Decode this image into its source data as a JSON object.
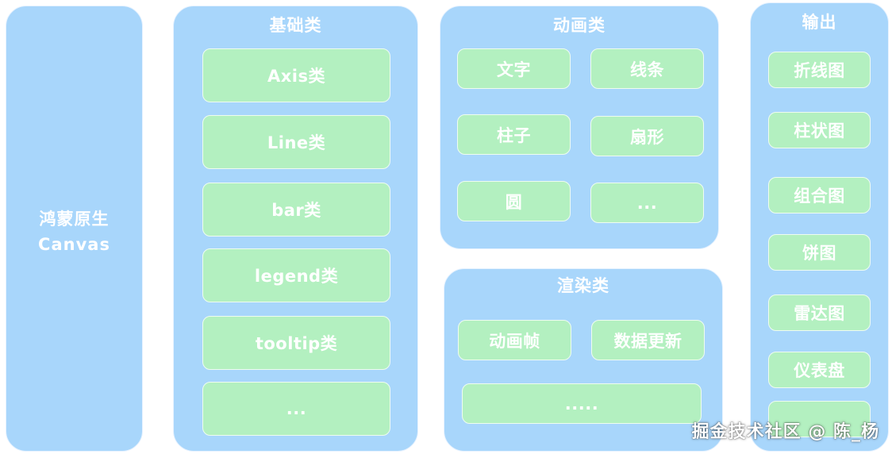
{
  "source": {
    "line1": "鸿蒙原生",
    "line2": "Canvas"
  },
  "base": {
    "title": "基础类",
    "items": [
      "Axis类",
      "Line类",
      "bar类",
      "legend类",
      "tooltip类",
      "..."
    ]
  },
  "animation": {
    "title": "动画类",
    "items": [
      "文字",
      "线条",
      "柱子",
      "扇形",
      "圆",
      "..."
    ]
  },
  "render": {
    "title": "渲染类",
    "items": [
      "动画帧",
      "数据更新",
      "....."
    ]
  },
  "output": {
    "title": "输出",
    "items": [
      "折线图",
      "柱状图",
      "组合图",
      "饼图",
      "雷达图",
      "仪表盘",
      ""
    ]
  },
  "watermark": "掘金技术社区 @ 陈_杨",
  "colors": {
    "panel": "#a8d6fb",
    "node": "#b3f0c0",
    "text": "#ffffff"
  }
}
